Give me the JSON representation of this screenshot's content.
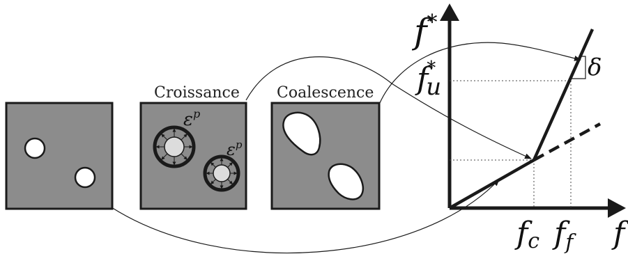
{
  "stages": {
    "initial": {
      "label": ""
    },
    "growth": {
      "label": "Croissance",
      "strain_symbol": "ε",
      "strain_superscript": "p"
    },
    "coalescence": {
      "label": "Coalescence"
    }
  },
  "graph": {
    "y_axis_symbol": "f",
    "y_axis_superscript": "*",
    "x_axis_symbol": "f",
    "fu_symbol": "f",
    "fu_superscript": "*",
    "fu_subscript": "u",
    "fc_symbol": "f",
    "fc_subscript": "c",
    "ff_symbol": "f",
    "ff_subscript": "f",
    "slope_symbol": "δ"
  },
  "colors": {
    "matrix_gray": "#8c8c8c",
    "void_gray": "#dcdcdc",
    "stroke": "#1a1a1a"
  }
}
